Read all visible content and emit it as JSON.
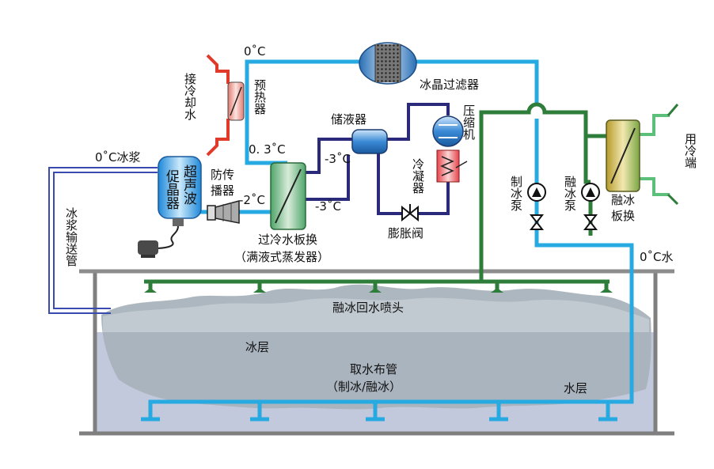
{
  "labels": {
    "temp_0c_top": "0˚C",
    "ice_crystal_filter": "冰晶过滤器",
    "cooling_water_connect": "接冷却水",
    "preheat": "预热器",
    "temp_03c": "0. 3˚C",
    "liquid_receiver": "储液器",
    "compressor": "压缩机",
    "condenser": "冷凝器",
    "temp_m3c_a": "-3˚C",
    "temp_m3c_b": "-3˚C",
    "temp_m2c": "-2˚C",
    "expansion_valve": "膨胀阀",
    "subcooled_hx_line1": "过冷水板换",
    "subcooled_hx_line2": "（满液式蒸发器）",
    "ice_slurry_0c": "0˚C冰浆",
    "crystallizer": "促晶器",
    "ultrasonic": "超声波",
    "anti_propagation": "防传播器",
    "slurry_pipe": "冰浆输送管",
    "ice_pump": "制冰泵",
    "melt_pump": "融冰泵",
    "melt_hx": "融冰板换",
    "user_end": "用冷端",
    "water_0c": "0˚C水",
    "melt_return_nozzle": "融冰回水喷头",
    "ice_layer": "冰层",
    "intake_pipe_line1": "取水布管",
    "intake_pipe_line2": "（制冰/融冰）",
    "water_layer": "水层"
  },
  "colors": {
    "cyan": "#27a9e1",
    "green": "#2f7d3b",
    "navy": "#2b2a7a",
    "red": "#e03b2a",
    "gray": "#8c8c8c",
    "ice": "#b7c2cc",
    "water": "#c3c9dd",
    "lightgreen": "#5cbf7a"
  }
}
